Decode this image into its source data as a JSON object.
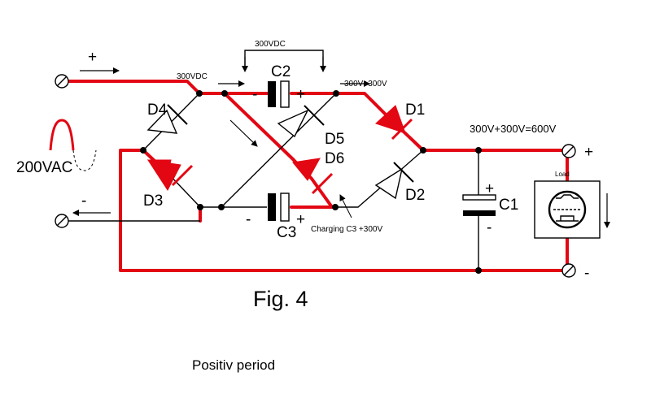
{
  "labels": {
    "top_bracket": "300VDC",
    "node_top_left": "300VDC",
    "c2": "C2",
    "c3": "C3",
    "c1": "C1",
    "d1": "D1",
    "d2": "D2",
    "d3": "D3",
    "d4": "D4",
    "d5": "D5",
    "d6": "D6",
    "node_d1": "300V+300V",
    "output": "300V+300V=600V",
    "source": "200VAC",
    "load": "Load",
    "charging": "Charging C3 +300V",
    "figure": "Fig. 4",
    "period": "Positiv period",
    "plus": "+",
    "minus": "-"
  },
  "colors": {
    "active": "#e30613",
    "inactive": "#000000"
  }
}
